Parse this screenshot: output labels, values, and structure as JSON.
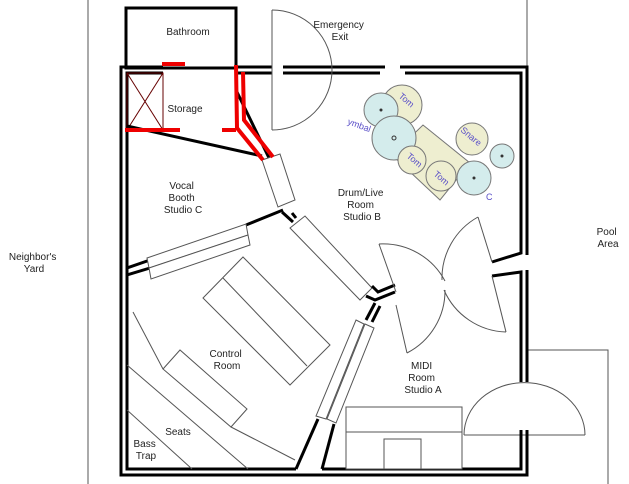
{
  "labels": {
    "bathroom": "Bathroom",
    "emergency_exit": [
      "Emergency",
      "Exit"
    ],
    "storage": "Storage",
    "vocal_booth": [
      "Vocal",
      "Booth",
      "Studio C"
    ],
    "drum_room": [
      "Drum/Live",
      "Room",
      "Studio B"
    ],
    "neighbors_yard": [
      "Neighbor's",
      "Yard"
    ],
    "pool_area": [
      "Pool",
      "Area"
    ],
    "control_room": [
      "Control",
      "Room"
    ],
    "midi_room": [
      "MIDI",
      "Room",
      "Studio A"
    ],
    "seats": "Seats",
    "bass_trap": [
      "Bass",
      "Trap"
    ]
  },
  "drum_kit": {
    "tom1": "Tom",
    "cymbal": "ymbal",
    "tom2": "Tom",
    "tom3": "Tom",
    "snare": "Snare",
    "c": "C"
  }
}
